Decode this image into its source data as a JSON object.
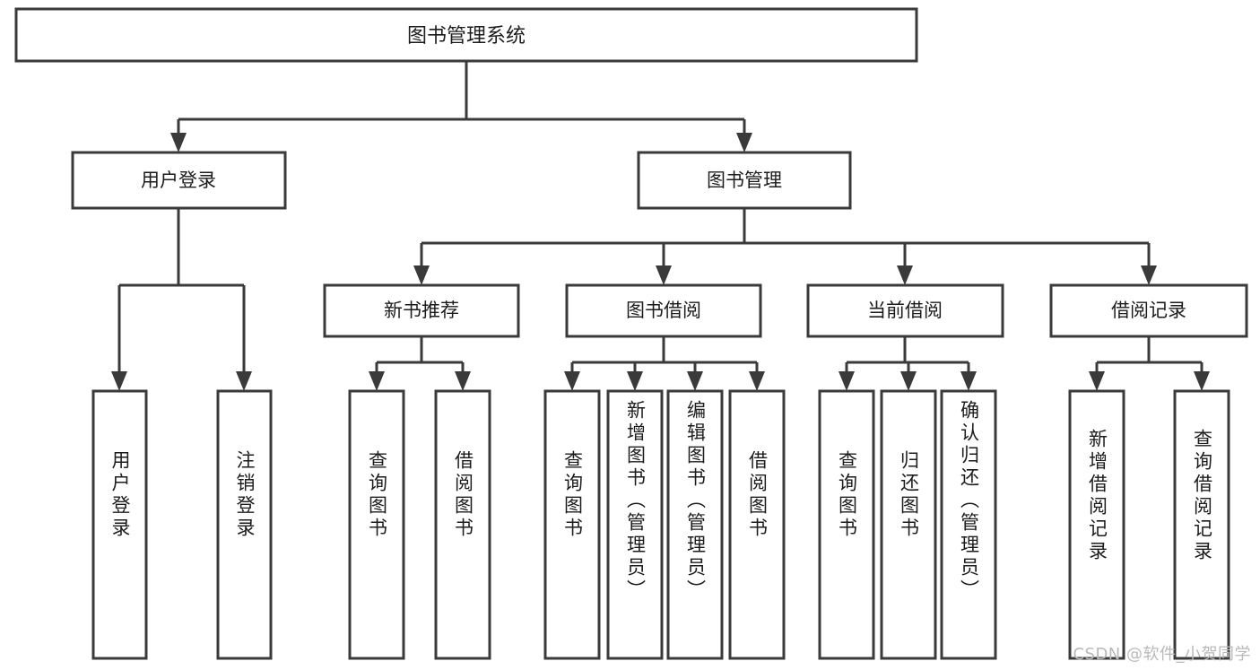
{
  "diagram": {
    "title": "图书管理系统",
    "type": "tree-hierarchy",
    "colors": {
      "stroke": "#3a3a3a",
      "box_fill": "#ffffff",
      "text": "#1c1c1c",
      "background": "#ffffff",
      "watermark": "#b9b9b9"
    },
    "root": {
      "label": "图书管理系统"
    },
    "level1": [
      {
        "label": "用户登录"
      },
      {
        "label": "图书管理"
      }
    ],
    "level2": [
      {
        "label": "新书推荐"
      },
      {
        "label": "图书借阅"
      },
      {
        "label": "当前借阅"
      },
      {
        "label": "借阅记录"
      }
    ],
    "leaves": {
      "user_login": [
        {
          "label": "用户登录"
        },
        {
          "label": "注销登录"
        }
      ],
      "new_book_recommend": [
        {
          "label": "查询图书"
        },
        {
          "label": "借阅图书"
        }
      ],
      "book_borrow": [
        {
          "label": "查询图书"
        },
        {
          "label": "新增图书（管理员）"
        },
        {
          "label": "编辑图书（管理员）"
        },
        {
          "label": "借阅图书"
        }
      ],
      "current_borrow": [
        {
          "label": "查询图书"
        },
        {
          "label": "归还图书"
        },
        {
          "label": "确认归还（管理员）"
        }
      ],
      "borrow_record": [
        {
          "label": "新增借阅记录"
        },
        {
          "label": "查询借阅记录"
        }
      ]
    }
  },
  "watermark": {
    "text": "CSDN @软件_小贺同学"
  }
}
